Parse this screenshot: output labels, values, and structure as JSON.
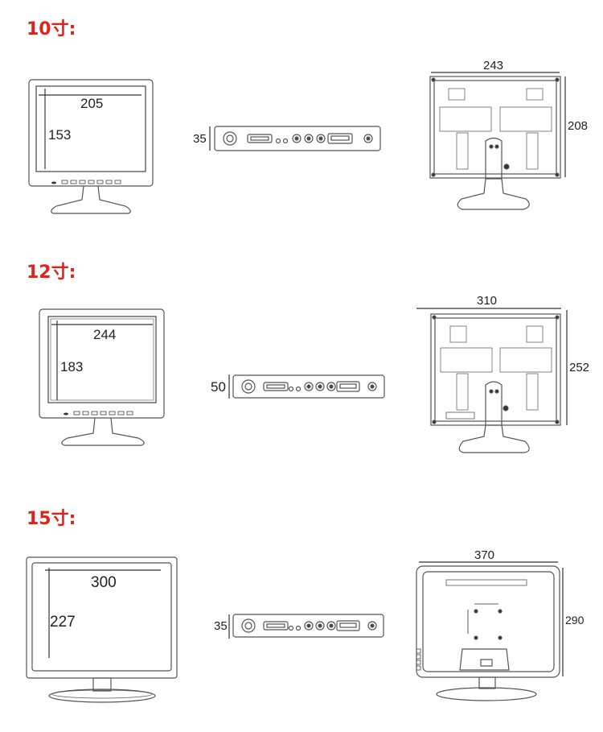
{
  "colors": {
    "heading": "#e0231b",
    "line": "#333333",
    "stroke": "#555555"
  },
  "sections": [
    {
      "title": "10寸:",
      "front": {
        "width": "205",
        "height": "153"
      },
      "side": {
        "depth": "35"
      },
      "back": {
        "width": "243",
        "height": "208"
      }
    },
    {
      "title": "12寸:",
      "front": {
        "width": "244",
        "height": "183"
      },
      "side": {
        "depth": "50"
      },
      "back": {
        "width": "310",
        "height": "252"
      }
    },
    {
      "title": "15寸:",
      "front": {
        "width": "300",
        "height": "227"
      },
      "side": {
        "depth": "35"
      },
      "back": {
        "width": "370",
        "height": "290"
      }
    }
  ]
}
